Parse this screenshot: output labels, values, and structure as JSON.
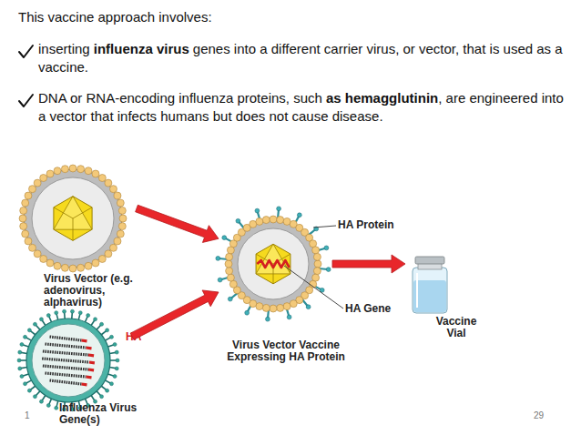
{
  "diagram": {
    "nodes": [
      {
        "text": [
          "Virus Vector (e.g. adenovirus, alphavirus)"
        ]
      },
      {
        "text": [
          "HA",
          "Influenza Virus Gene(s)"
        ]
      },
      {
        "text": [
          "HA Protein",
          "HA Gene",
          "Virus Vector Vaccine Expressing HA Protein"
        ]
      },
      {
        "text": [
          "Vaccine Vial"
        ]
      }
    ],
    "edges": [
      {
        "from": 0,
        "to": 2,
        "arrow": "to"
      },
      {
        "from": 1,
        "to": 2,
        "arrow": "to"
      },
      {
        "from": 2,
        "to": 3,
        "arrow": "to"
      }
    ],
    "labels": [
      "This vaccine approach involves:",
      "inserting",
      "influenza virus",
      "genes into a different carrier virus, or vector, that is used as a vaccine.",
      "DNA or RNA-encoding influenza proteins, such",
      "as hemagglutinin",
      ", are engineered into a vector that infects humans but does not cause disease.",
      "1",
      "29"
    ]
  }
}
